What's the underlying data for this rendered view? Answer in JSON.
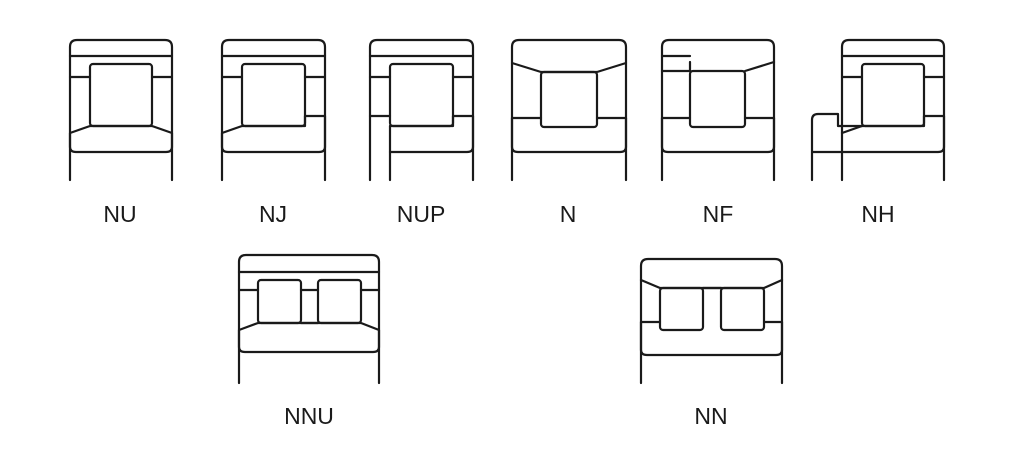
{
  "colors": {
    "stroke": "#1a1a1a",
    "background": "#ffffff"
  },
  "bearings": [
    {
      "key": "nu",
      "label": "NU"
    },
    {
      "key": "nj",
      "label": "NJ"
    },
    {
      "key": "nup",
      "label": "NUP"
    },
    {
      "key": "n",
      "label": "N"
    },
    {
      "key": "nf",
      "label": "NF"
    },
    {
      "key": "nh",
      "label": "NH"
    },
    {
      "key": "nnu",
      "label": "NNU"
    },
    {
      "key": "nn",
      "label": "NN"
    }
  ]
}
